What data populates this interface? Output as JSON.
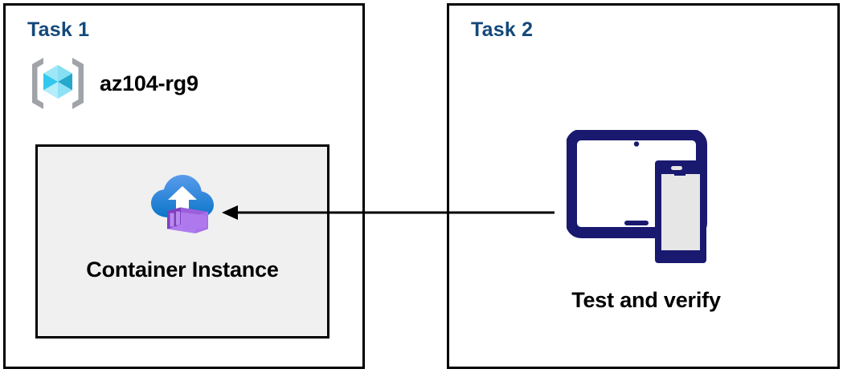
{
  "diagram": {
    "title": "Azure Container Instance task diagram",
    "background": "#FFFFFF",
    "accent_color": "#14497B",
    "panel_border_color": "#000000",
    "resource_box_fill": "#F0F0F0",
    "arrow_color": "#000000"
  },
  "panels": [
    {
      "id": "task-1",
      "title": "Task 1",
      "resource_group": {
        "icon": "azure-resource-group-icon",
        "label": "az104-rg9"
      },
      "resource": {
        "icon": "container-instance-icon",
        "label": "Container Instance"
      }
    },
    {
      "id": "task-2",
      "title": "Task 2",
      "devices": {
        "icon": "tablet-and-phone-icon",
        "label": "Test and verify"
      }
    }
  ],
  "connector": {
    "name": "arrow-left",
    "direction": "left",
    "from": "Test and verify",
    "to": "Container Instance"
  },
  "icons": {
    "resource_group": {
      "bracket_color": "#A0A4A8",
      "cube_top_left": "#9DE7F7",
      "cube_top_right": "#86DEF2",
      "cube_left": "#32C8EE",
      "cube_right": "#24A8CC",
      "cube_bottom_left": "#B5EDF9",
      "cube_bottom_right": "#8FE2F5"
    },
    "container_instance": {
      "cloud_top": "#5596E8",
      "cloud_bottom": "#0F7BCB",
      "arrow_fill": "#FFFFFF",
      "box_front": "#A970E8",
      "box_side": "#7E3FBF",
      "box_top": "#9B5FDB",
      "slat_fill": "#B88BEE"
    },
    "devices": {
      "frame_color": "#191970",
      "screen_fill": "#FFFFFF",
      "phone_screen_fill": "#E6E6E6"
    }
  }
}
